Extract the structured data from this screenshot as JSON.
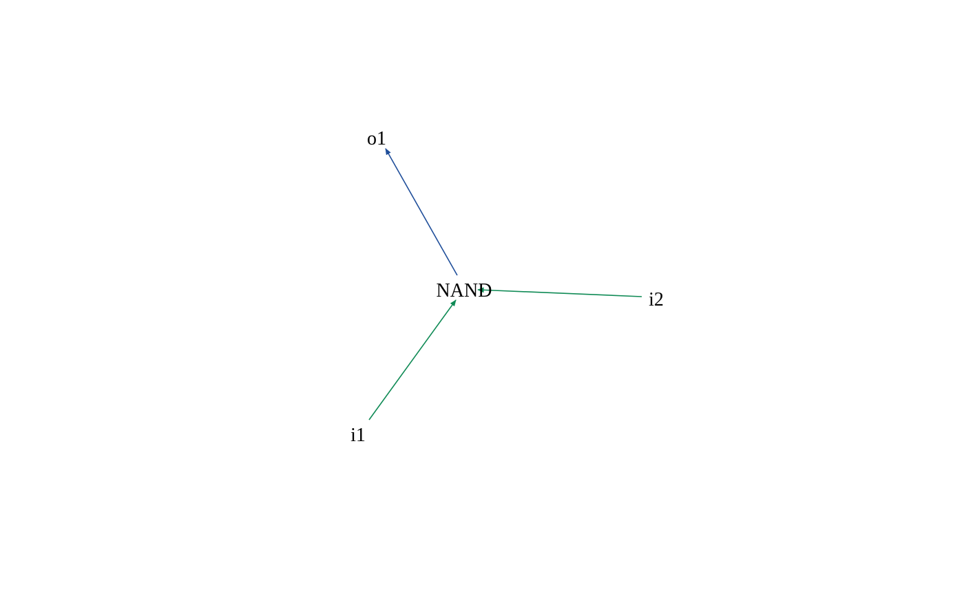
{
  "colors": {
    "output_edge": "#1f4e9a",
    "input_edge": "#0f8a55",
    "label": "#000000",
    "background": "#ffffff"
  },
  "nodes": {
    "gate": {
      "label": "NAND"
    },
    "output1": {
      "label": "o1"
    },
    "input1": {
      "label": "i1"
    },
    "input2": {
      "label": "i2"
    }
  },
  "edges": [
    {
      "from": "gate",
      "to": "output1",
      "color_key": "output_edge"
    },
    {
      "from": "input1",
      "to": "gate",
      "color_key": "input_edge"
    },
    {
      "from": "input2",
      "to": "gate",
      "color_key": "input_edge"
    }
  ]
}
